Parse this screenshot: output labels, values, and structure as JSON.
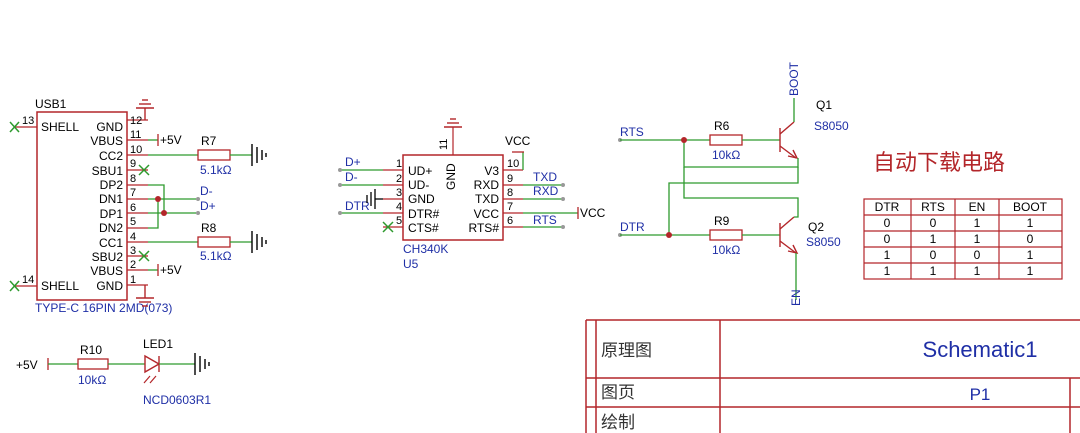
{
  "title": "自动下载电路",
  "usb": {
    "ref": "USB1",
    "part": "TYPE-C 16PIN 2MD(073)",
    "left_pins": [
      {
        "num": "13",
        "name": "SHELL"
      },
      {
        "num": "14",
        "name": "SHELL"
      }
    ],
    "right_pins": [
      {
        "num": "12",
        "name": "GND"
      },
      {
        "num": "11",
        "name": "VBUS"
      },
      {
        "num": "10",
        "name": "CC2"
      },
      {
        "num": "9",
        "name": "SBU1"
      },
      {
        "num": "8",
        "name": "DP2"
      },
      {
        "num": "7",
        "name": "DN1"
      },
      {
        "num": "6",
        "name": "DP1"
      },
      {
        "num": "5",
        "name": "DN2"
      },
      {
        "num": "4",
        "name": "CC1"
      },
      {
        "num": "3",
        "name": "SBU2"
      },
      {
        "num": "2",
        "name": "VBUS"
      },
      {
        "num": "1",
        "name": "GND"
      }
    ]
  },
  "nets": {
    "p5v_top": "+5V",
    "p5v_bot": "+5V",
    "dminus": "D-",
    "dplus": "D+",
    "led_5v": "+5V"
  },
  "r7": {
    "ref": "R7",
    "value": "5.1kΩ"
  },
  "r8": {
    "ref": "R8",
    "value": "5.1kΩ"
  },
  "r10": {
    "ref": "R10",
    "value": "10kΩ"
  },
  "led": {
    "ref": "LED1",
    "part": "NCD0603R1"
  },
  "ch340": {
    "ref": "U5",
    "part": "CH340K",
    "gnd_num": "11",
    "gnd_name": "GND",
    "left_pins": [
      {
        "num": "1",
        "name": "UD+",
        "net": "D+"
      },
      {
        "num": "2",
        "name": "UD-",
        "net": "D-"
      },
      {
        "num": "3",
        "name": "GND",
        "net": ""
      },
      {
        "num": "4",
        "name": "DTR#",
        "net": "DTR"
      },
      {
        "num": "5",
        "name": "CTS#",
        "net": ""
      }
    ],
    "right_pins": [
      {
        "num": "10",
        "name": "V3",
        "net": "VCC"
      },
      {
        "num": "9",
        "name": "RXD",
        "net": "TXD"
      },
      {
        "num": "8",
        "name": "TXD",
        "net": "RXD"
      },
      {
        "num": "7",
        "name": "VCC",
        "net": "VCC"
      },
      {
        "num": "6",
        "name": "RTS#",
        "net": "RTS"
      }
    ]
  },
  "auto": {
    "rts": "RTS",
    "dtr": "DTR",
    "boot": "BOOT",
    "en": "EN",
    "r6": {
      "ref": "R6",
      "value": "10kΩ"
    },
    "r9": {
      "ref": "R9",
      "value": "10kΩ"
    },
    "q1": {
      "ref": "Q1",
      "part": "S8050"
    },
    "q2": {
      "ref": "Q2",
      "part": "S8050"
    }
  },
  "truth_table": {
    "headers": [
      "DTR",
      "RTS",
      "EN",
      "BOOT"
    ],
    "rows": [
      [
        "0",
        "0",
        "1",
        "1"
      ],
      [
        "0",
        "1",
        "1",
        "0"
      ],
      [
        "1",
        "0",
        "0",
        "1"
      ],
      [
        "1",
        "1",
        "1",
        "1"
      ]
    ]
  },
  "title_block": {
    "label1": "原理图",
    "value1": "Schematic1",
    "label2": "图页",
    "value2": "P1",
    "label3": "绘制"
  },
  "colors": {
    "wire": "#2e9a2e",
    "body": "#b3262a",
    "net": "#1f2fa6",
    "noconnect": "#2e9a2e"
  }
}
